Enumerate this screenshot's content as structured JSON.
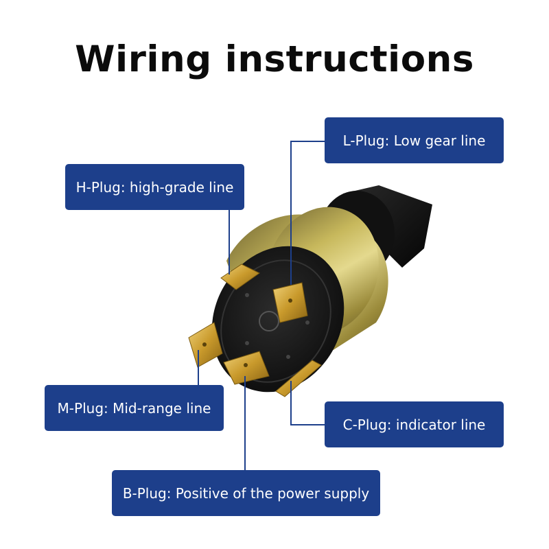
{
  "title": "Wiring instructions",
  "labels": {
    "l_plug": "L-Plug: Low gear line",
    "h_plug": "H-Plug: high-grade line",
    "m_plug": "M-Plug: Mid-range line",
    "c_plug": "C-Plug: indicator line",
    "b_plug": "B-Plug: Positive of the power supply"
  },
  "colors": {
    "label_background": "#1d3f8b",
    "label_text": "#ffffff",
    "title_text": "#0b0b0b",
    "switch_body": "#b8a74a",
    "terminal": "#c9a23c"
  }
}
